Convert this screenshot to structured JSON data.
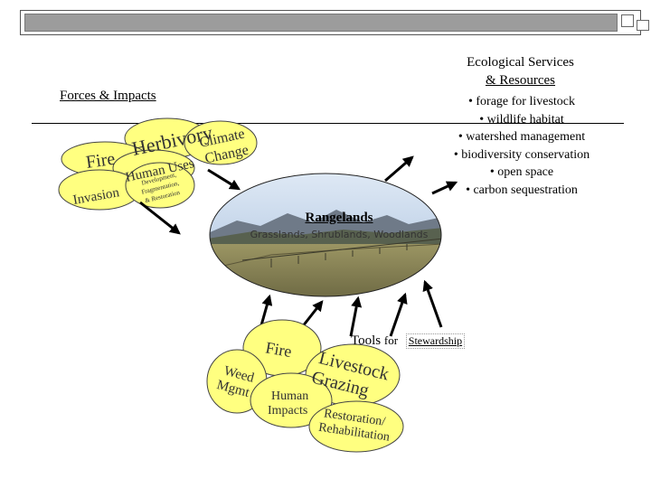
{
  "forces": {
    "title": "Forces & Impacts",
    "items": {
      "herbivory": "Herbivory",
      "climate": "Climate",
      "change": "Change",
      "fire": "Fire",
      "human_uses": "Human Uses",
      "invasion": "Invasion",
      "development_1": "Development,",
      "development_2": "Fragmentation,",
      "development_3": "& Restoration"
    }
  },
  "services": {
    "title_line1": "Ecological Services",
    "title_line2": "& Resources",
    "items": [
      "• forage for livestock",
      "• wildlife habitat",
      "• watershed management",
      "• biodiversity conservation",
      "• open space",
      "• carbon sequestration"
    ]
  },
  "rangelands": {
    "title": "Rangelands",
    "subtitle": "Grasslands, Shrublands, Woodlands"
  },
  "tools": {
    "label": "Tools",
    "for": "for",
    "stewardship": "Stewardship",
    "items": {
      "fire": "Fire",
      "weed_1": "Weed",
      "weed_2": "Mgmt",
      "livestock_1": "Livestock",
      "livestock_2": "Grazing",
      "human_1": "Human",
      "human_2": "Impacts",
      "restoration_1": "Restoration/",
      "restoration_2": "Rehabilitation"
    }
  },
  "colors": {
    "bubble": "#ffff80",
    "bubble_stroke": "#444444",
    "sky": "#b7cde6",
    "grass": "#8a8455",
    "mountain": "#6f7a88"
  }
}
